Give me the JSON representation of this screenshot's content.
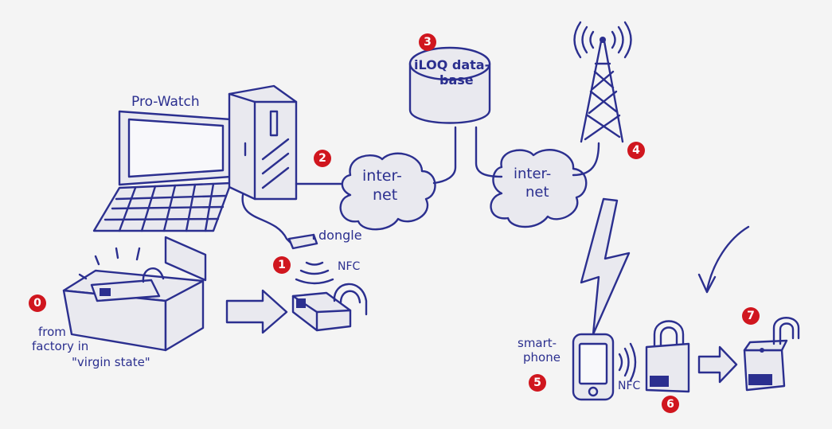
{
  "labels": {
    "pro_watch": "Pro-Watch",
    "database_line1": "iLOQ data-",
    "database_line2": "base",
    "internet1_line1": "inter-",
    "internet1_line2": "net",
    "internet2_line1": "inter-",
    "internet2_line2": "net",
    "dongle": "dongle",
    "nfc_dongle": "NFC",
    "factory_line1": "from",
    "factory_line2": "factory in",
    "factory_line3": "\"virgin state\"",
    "smartphone_line1": "smart-",
    "smartphone_line2": "phone",
    "nfc_phone": "NFC"
  },
  "badges": [
    "0",
    "1",
    "2",
    "3",
    "4",
    "5",
    "6",
    "7"
  ],
  "colors": {
    "ink": "#2b2f8f",
    "badge": "#d0161e",
    "background": "#f4f4f4"
  }
}
